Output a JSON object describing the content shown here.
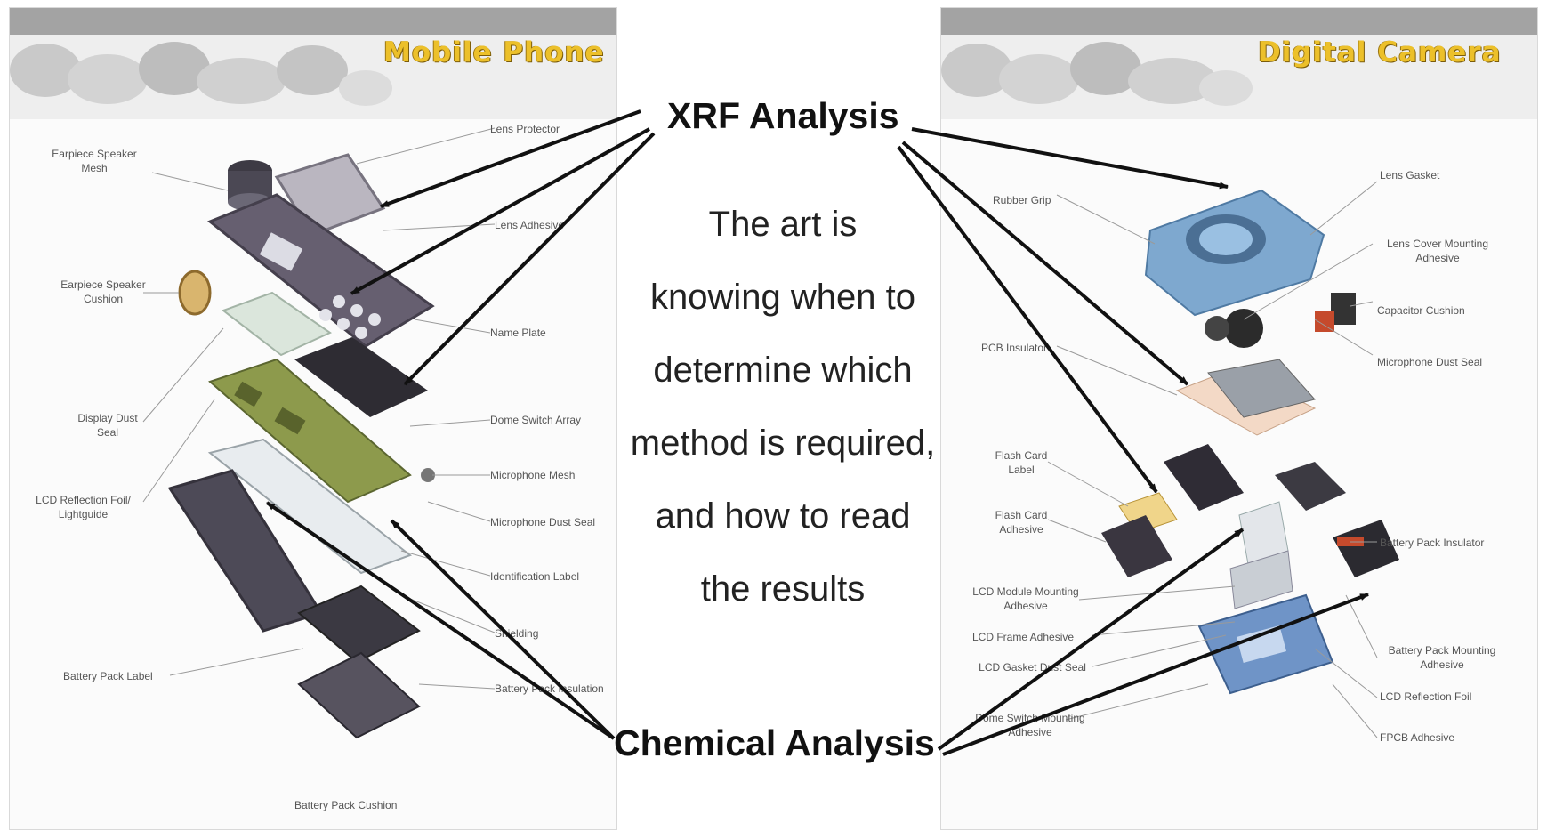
{
  "left_panel": {
    "title": "Mobile Phone",
    "labels": {
      "earpiece_speaker_mesh": "Earpiece Speaker Mesh",
      "lens_protector": "Lens Protector",
      "lens_adhesive": "Lens Adhesive",
      "earpiece_speaker_cushion": "Earpiece Speaker Cushion",
      "name_plate": "Name Plate",
      "display_dust_seal": "Display Dust Seal",
      "dome_switch_array": "Dome Switch Array",
      "lcd_reflection_foil": "LCD Reflection Foil/ Lightguide",
      "microphone_mesh": "Microphone Mesh",
      "microphone_dust_seal": "Microphone Dust Seal",
      "identification_label": "Identification Label",
      "shielding": "Shielding",
      "battery_pack_label": "Battery Pack Label",
      "battery_pack_insulation": "Battery Pack Insulation",
      "battery_pack_cushion": "Battery Pack Cushion"
    }
  },
  "right_panel": {
    "title": "Digital Camera",
    "labels": {
      "rubber_grip": "Rubber Grip",
      "lens_gasket": "Lens Gasket",
      "lens_cover_mounting_adhesive": "Lens Cover Mounting Adhesive",
      "capacitor_cushion": "Capacitor Cushion",
      "pcb_insulator": "PCB Insulator",
      "microphone_dust_seal": "Microphone Dust Seal",
      "flash_card_label": "Flash Card Label",
      "flash_card_adhesive": "Flash Card Adhesive",
      "battery_pack_insulator": "Battery Pack Insulator",
      "lcd_module_mounting_adhesive": "LCD Module Mounting Adhesive",
      "lcd_frame_adhesive": "LCD Frame Adhesive",
      "lcd_gasket_dust_seal": "LCD Gasket Dust Seal",
      "battery_pack_mounting_adhesive": "Battery Pack Mounting Adhesive",
      "lcd_reflection_foil": "LCD Reflection Foil",
      "dome_switch_mounting_adhesive": "Dome Switch Mounting Adhesive",
      "fpcb_adhesive": "FPCB Adhesive"
    }
  },
  "callouts": {
    "xrf": "XRF Analysis",
    "chemical": "Chemical Analysis"
  },
  "quote": [
    "The art is",
    "knowing when to",
    "determine which",
    "method is required,",
    "and how to read",
    "the results"
  ],
  "colors": {
    "title_yellow": "#ecc02a",
    "arrow": "#111111",
    "phone_purple": "#5e5766",
    "board_green": "#8d9a4c",
    "camera_blue": "#7ea8cf"
  }
}
